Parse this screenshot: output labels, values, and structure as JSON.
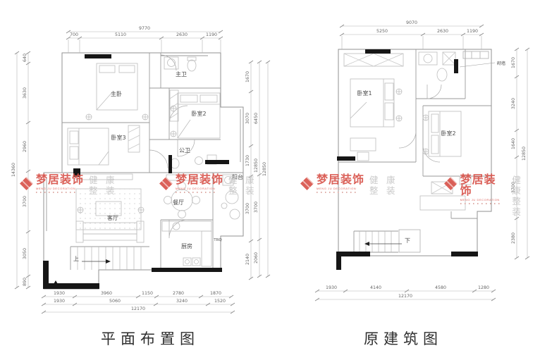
{
  "captions": {
    "left": "平面布置图",
    "right": "原建筑图"
  },
  "watermark": {
    "brand": "梦居装饰",
    "sub": "MENG JU DECORATION",
    "tag1": "健 康",
    "tag2": "整 装"
  },
  "left_plan": {
    "rooms": {
      "master": "主卧",
      "master_bath": "主卫",
      "bed2": "卧室2",
      "bed3": "卧室3",
      "bath": "公卫",
      "balcony": "阳台",
      "dining": "餐厅",
      "living": "客厅",
      "kitchen": "厨房",
      "gas": "TRQ",
      "up": "上"
    },
    "top_total": "9770",
    "top": [
      "700",
      "5110",
      "2630",
      "1190"
    ],
    "left": [
      "640",
      "3630",
      "2960",
      "3700",
      "3050",
      "890"
    ],
    "left_total": "14360",
    "right": [
      "1670",
      "3070",
      "1730",
      "3700",
      "2140"
    ],
    "right_sub": [
      "6450",
      "3700",
      "2060"
    ],
    "right_total": "12850",
    "right_total2": "12850",
    "bottom1": [
      "1930",
      "3960",
      "1150",
      "2780",
      "1870"
    ],
    "bottom2": [
      "1930",
      "5060",
      "3240",
      "1520"
    ],
    "bottom_total": "12170"
  },
  "right_plan": {
    "rooms": {
      "bed1": "卧室1",
      "bed2": "卧室2",
      "down": "下",
      "note": "砌墙"
    },
    "top_total": "9070",
    "top": [
      "5250",
      "2630",
      "1190"
    ],
    "right": [
      "1670",
      "3240",
      "1640",
      "3700",
      "2380"
    ],
    "right_total": "12850",
    "bottom": [
      "1930",
      "4140",
      "4580",
      "1280"
    ],
    "bottom_total": "12170"
  }
}
